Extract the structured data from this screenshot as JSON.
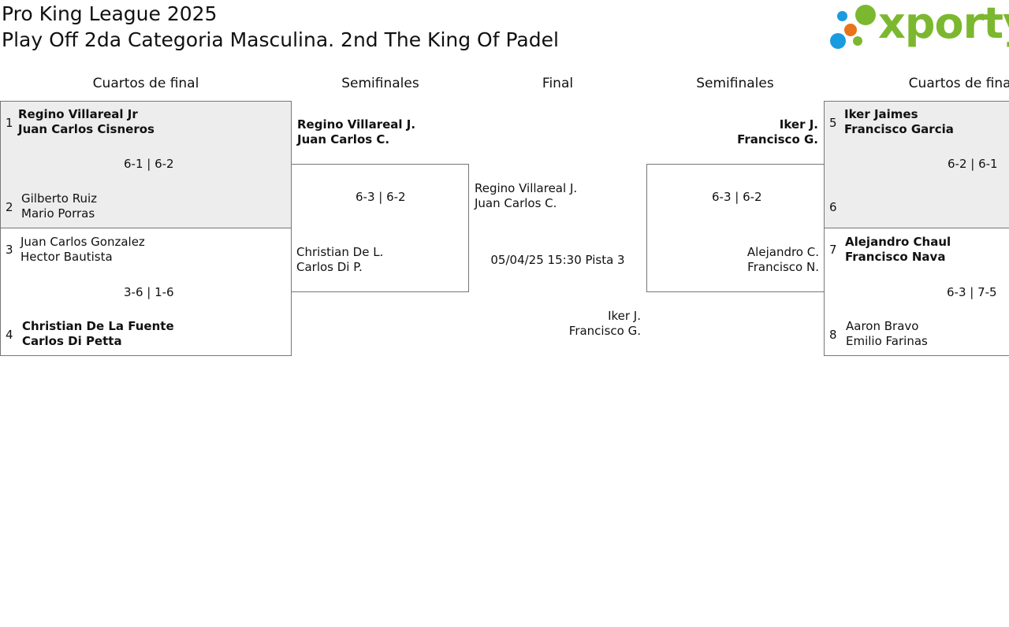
{
  "title_line1": "Pro King League 2025",
  "title_line2": "Play Off 2da Categoria Masculina. 2nd The King Of Padel",
  "logo_text": "xporty",
  "colors": {
    "logo_green": "#7cb82f",
    "logo_blue": "#1a9be0",
    "logo_orange": "#e8731a",
    "shade": "#ededed"
  },
  "rounds": {
    "left_qf": "Cuartos de final",
    "left_sf": "Semifinales",
    "final": "Final",
    "right_sf": "Semifinales",
    "right_qf": "Cuartos de final"
  },
  "qf1": {
    "seed_a": "1",
    "a1": "Regino Villareal Jr",
    "a2": "Juan Carlos Cisneros",
    "score": "6-1 | 6-2",
    "seed_b": "2",
    "b1": "Gilberto Ruiz",
    "b2": "Mario Porras"
  },
  "qf2": {
    "seed_a": "3",
    "a1": "Juan Carlos Gonzalez",
    "a2": "Hector Bautista",
    "score": "3-6 | 1-6",
    "seed_b": "4",
    "b1": "Christian De La Fuente",
    "b2": "Carlos Di Petta"
  },
  "qf3": {
    "seed_a": "5",
    "a1": "Iker Jaimes",
    "a2": "Francisco Garcia",
    "score": "6-2 | 6-1",
    "seed_b": "6"
  },
  "qf4": {
    "seed_a": "7",
    "a1": "Alejandro Chaul",
    "a2": "Francisco Nava",
    "score": "6-3 | 7-5",
    "seed_b": "8",
    "b1": "Aaron Bravo",
    "b2": "Emilio Farinas"
  },
  "sf_left": {
    "a1": "Regino Villareal J.",
    "a2": "Juan Carlos C.",
    "score": "6-3 | 6-2",
    "b1": "Christian De L.",
    "b2": "Carlos Di P."
  },
  "sf_right": {
    "a1": "Iker J.",
    "a2": "Francisco G.",
    "score": "6-3 | 6-2",
    "b1": "Alejandro C.",
    "b2": "Francisco N."
  },
  "final": {
    "a1": "Regino Villareal J.",
    "a2": "Juan Carlos C.",
    "when": "05/04/25 15:30 Pista 3",
    "b1": "Iker J.",
    "b2": "Francisco G."
  }
}
